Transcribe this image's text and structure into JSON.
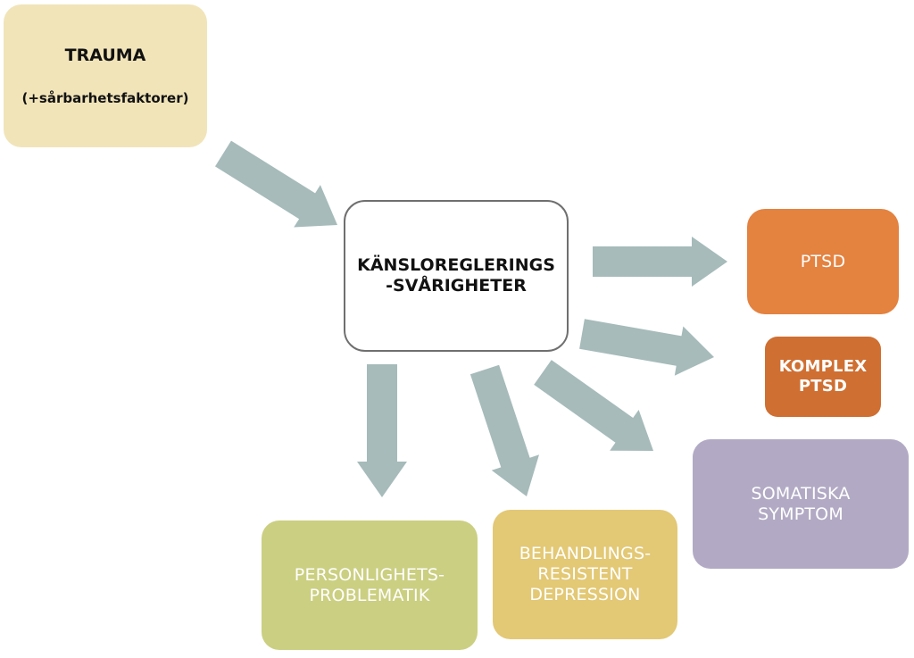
{
  "colors": {
    "arrow": "#a6bbba",
    "trauma_box": "#f1e4b9",
    "center_border": "#6f6f6f",
    "ptsd_box": "#e48240",
    "komplex_box": "#cf6f32",
    "somatiska_box": "#b2aac4",
    "personlighets_box": "#cbcf81",
    "behandlings_box": "#e3c875"
  },
  "nodes": {
    "trauma": {
      "title": "TRAUMA",
      "subtitle": "(+sårbarhetsfaktorer)"
    },
    "center": {
      "line1": "KÄNSLOREGLERINGS",
      "line2": "-SVÅRIGHETER"
    },
    "ptsd": {
      "label": "PTSD"
    },
    "komplex_ptsd": {
      "line1": "KOMPLEX",
      "line2": "PTSD"
    },
    "somatiska": {
      "line1": "SOMATISKA",
      "line2": "SYMPTOM"
    },
    "personlighets": {
      "line1": "PERSONLIGHETS-",
      "line2": "PROBLEMATIK"
    },
    "behandlings": {
      "line1": "BEHANDLINGS-",
      "line2": "RESISTENT",
      "line3": "DEPRESSION"
    }
  },
  "edges": [
    {
      "from": "trauma",
      "to": "center"
    },
    {
      "from": "center",
      "to": "ptsd"
    },
    {
      "from": "center",
      "to": "komplex_ptsd"
    },
    {
      "from": "center",
      "to": "somatiska"
    },
    {
      "from": "center",
      "to": "personlighets"
    },
    {
      "from": "center",
      "to": "behandlings"
    }
  ]
}
